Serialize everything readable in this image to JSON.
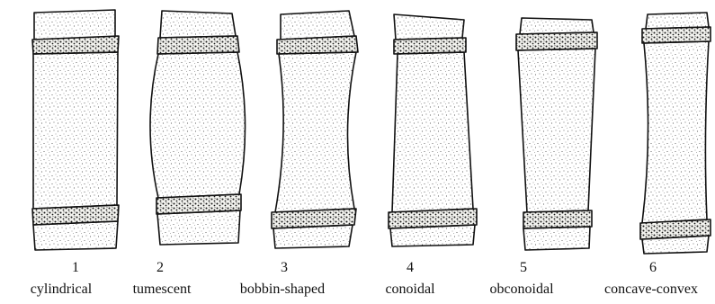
{
  "figure": {
    "items": [
      {
        "number": "1",
        "label": "cylindrical"
      },
      {
        "number": "2",
        "label": "tumescent"
      },
      {
        "number": "3",
        "label": "bobbin-shaped"
      },
      {
        "number": "4",
        "label": "conoidal"
      },
      {
        "number": "5",
        "label": "obconoidal"
      },
      {
        "number": "6",
        "label": "concave-convex"
      }
    ]
  }
}
